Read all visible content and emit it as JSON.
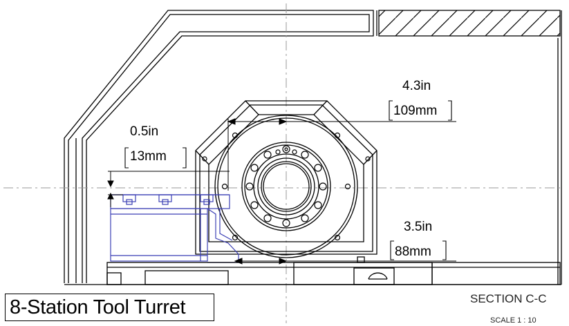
{
  "dimensions": {
    "offset_top": {
      "imperial": "0.5in",
      "metric": "13mm"
    },
    "width_right": {
      "imperial": "4.3in",
      "metric": "109mm"
    },
    "height_right": {
      "imperial": "3.5in",
      "metric": "88mm"
    }
  },
  "section": {
    "label": "SECTION C-C",
    "scale": "SCALE 1 : 10"
  },
  "title": "8-Station Tool Turret",
  "colors": {
    "line": "#000000",
    "tool_holder": "#3b3fb5",
    "centerline": "#9a9a9a"
  }
}
